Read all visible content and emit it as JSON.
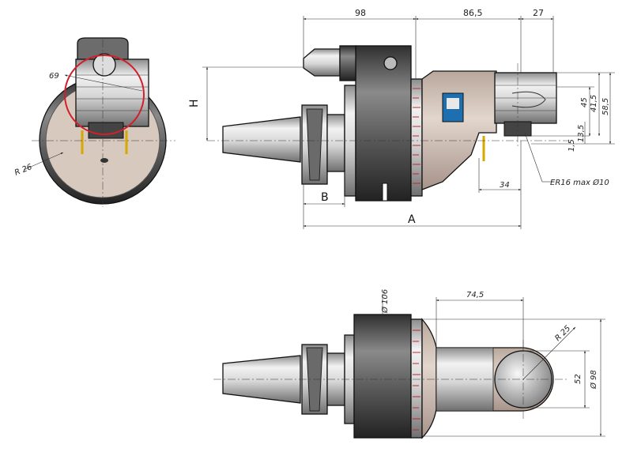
{
  "colors": {
    "steel_light": "#e6e6e6",
    "steel_mid": "#b5b5b5",
    "steel_dark": "#3e3e3e",
    "body_tan": "#cdbcaf",
    "body_tan_dark": "#a8958a",
    "cutaway_circle": "#d0202a",
    "scale_red": "#c0282d",
    "logo_blue": "#1e6fb0"
  },
  "dimensions": {
    "top_98": "98",
    "top_86_5": "86,5",
    "top_27": "27",
    "label_h": "H",
    "label_b": "B",
    "label_a": "A",
    "right_45": "45",
    "right_41_5": "41,5",
    "right_58_5": "58,5",
    "right_13_5": "13,5",
    "right_1_5": "1,5",
    "bottom_34": "34",
    "collet": "ER16 max Ø10",
    "end_69": "69",
    "end_r26": "R 26",
    "plan_74_5": "74,5",
    "plan_d106": "Ø 106",
    "plan_r25": "R 25",
    "plan_52": "52",
    "plan_d98": "Ø 98"
  }
}
